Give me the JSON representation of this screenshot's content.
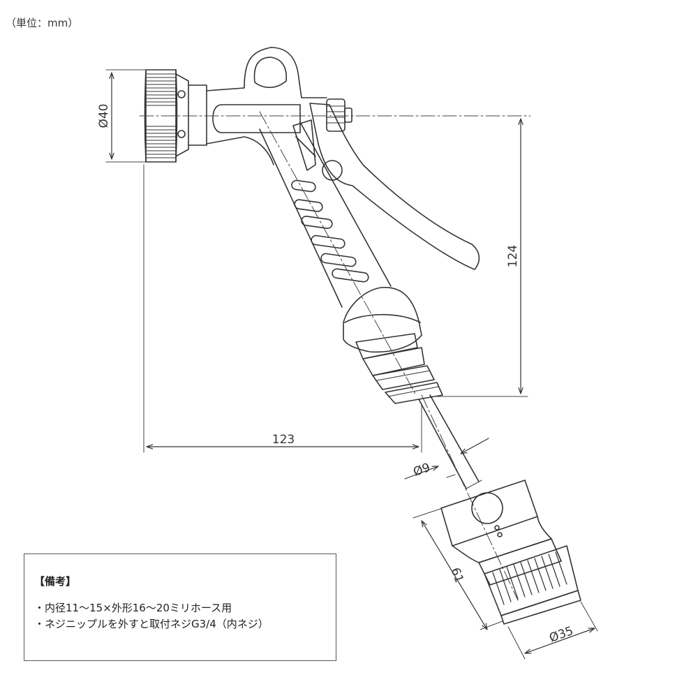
{
  "unit_label": "（単位：mm）",
  "dimensions": {
    "d_nozzle": "Ø40",
    "height": "124",
    "length": "123",
    "d_pipe": "Ø9",
    "connector_len": "61",
    "d_connector": "Ø35"
  },
  "notes": {
    "title": "【備考】",
    "items": [
      "内径11〜15×外形16〜20ミリホース用",
      "ネジニップルを外すと取付ネジG3/4（内ネジ）"
    ]
  }
}
